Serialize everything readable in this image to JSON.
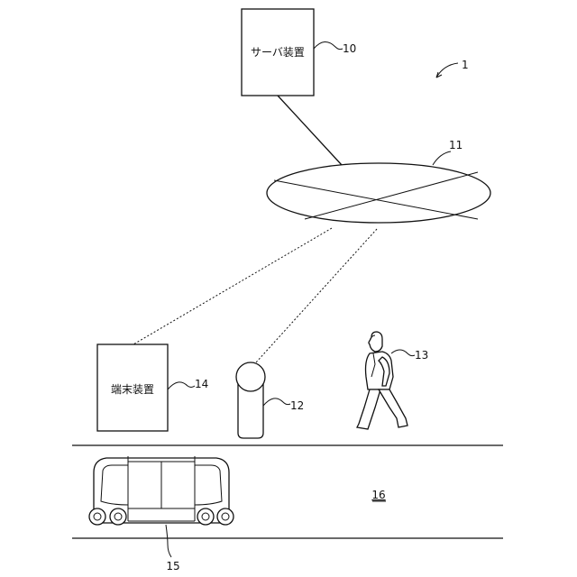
{
  "diagram": {
    "system_ref": "1",
    "server": {
      "label": "サーバ装置",
      "ref": "10"
    },
    "network": {
      "ref": "11"
    },
    "terminal": {
      "label": "端末装置",
      "ref": "14"
    },
    "sensor": {
      "ref": "12"
    },
    "person": {
      "ref": "13"
    },
    "vehicle": {
      "ref": "15"
    },
    "road": {
      "ref": "16"
    }
  }
}
